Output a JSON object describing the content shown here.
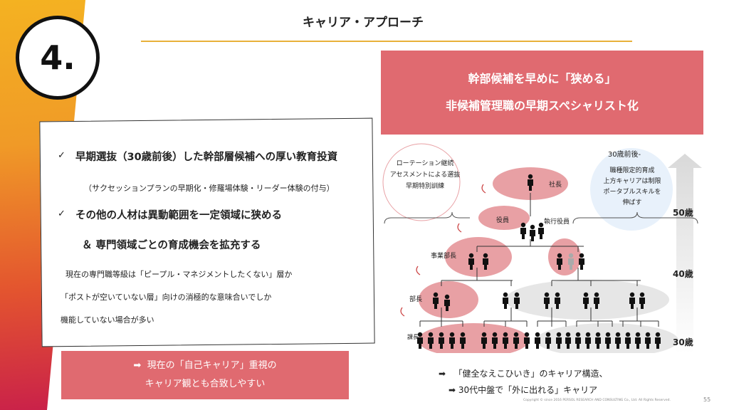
{
  "slide": {
    "number": "4.",
    "title": "キャリア・アプローチ",
    "page": "55",
    "copyright": "Copyright © since 2016 PERSOL RESEARCH AND CONSULTING Co., Ltd. All Rights Reserved."
  },
  "left_box": {
    "check1": "✓",
    "line1": "早期選抜（30歳前後）した幹部層候補への厚い教育投資",
    "line1_sub": "（サクセッションプランの早期化・修羅場体験・リーダー体験の付与）",
    "check2": "✓",
    "line2a": "その他の人材は異動範囲を一定領域に狭める",
    "line2b": "＆ 専門領域ごとの育成機会を拡充する",
    "note1": "現在の専門職等級は「ピープル・マネジメントしたくない」層か",
    "note2": "「ポストが空いていない層」向けの消極的な意味合いでしか",
    "note3": "機能していない場合が多い"
  },
  "bottom_box": {
    "arrow": "➡",
    "line1": "現在の「自己キャリア」重視の",
    "line2": "キャリア観とも合致しやすい"
  },
  "top_red": {
    "line1": "幹部候補を早めに「狭める」",
    "line2": "非候補管理職の早期スペシャリスト化"
  },
  "diagram": {
    "bubble_left": [
      "ローテーション継続",
      "アセスメントによる選抜",
      "早期特別訓練"
    ],
    "bubble_right_title": "30歳前後-",
    "bubble_right": [
      "職種限定的育成",
      "上方キャリアは制限",
      "ポータブルスキルを",
      "伸ばす"
    ],
    "roles": {
      "president": "社長",
      "officer": "役員",
      "exec_officer": "執行役員",
      "division_head": "事業部長",
      "dept_head": "部長",
      "section_head": "課長"
    },
    "ages": {
      "a50": "50歳",
      "a40": "40歳",
      "a30": "30歳"
    }
  },
  "footer": {
    "arrow1": "➡",
    "line1": "「健全なえこひいき」のキャリア構造、",
    "arrow2": "➡",
    "line2": "30代中盤で「外に出れる」キャリア"
  },
  "colors": {
    "accent_pink": "#e06a70",
    "ellipse_pink": "#e8a0a4",
    "ellipse_gray": "#e6e6e6",
    "gold": "#e8b13a"
  }
}
